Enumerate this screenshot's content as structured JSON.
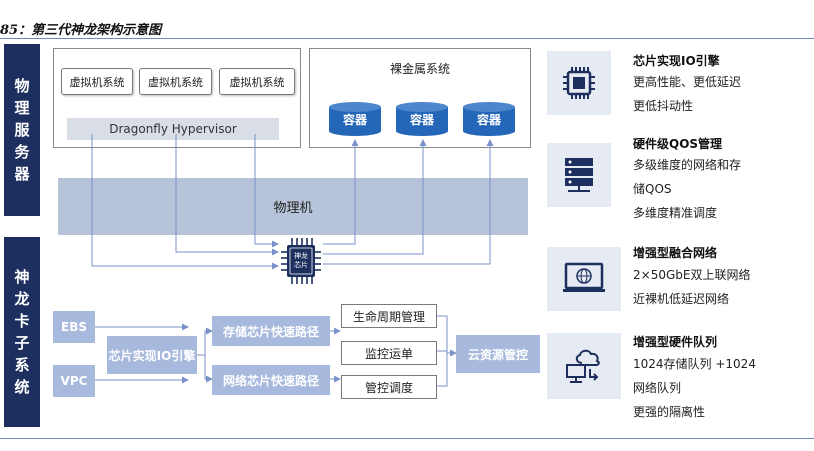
{
  "title": "85：第三代神龙架构示意图",
  "side_labels": {
    "physical_server": "物理服务器",
    "shenlong_card": "神龙卡子系统"
  },
  "virtualization": {
    "vms": [
      "虚拟机系统",
      "虚拟机系统",
      "虚拟机系统"
    ],
    "hypervisor": "Dragonfly Hypervisor"
  },
  "bare_metal": {
    "title": "裸金属系统",
    "containers": [
      "容器",
      "容器",
      "容器"
    ]
  },
  "physical_machine": "物理机",
  "chip_label": "神龙\n芯片",
  "card": {
    "ebs": "EBS",
    "vpc": "VPC",
    "io_engine": "芯片实现IO引擎",
    "storage_path": "存储芯片快速路径",
    "network_path": "网络芯片快速路径",
    "lifecycle": "生命周期管理",
    "monitor": "监控运单",
    "control": "管控调度",
    "cloud_control": "云资源管控"
  },
  "features": [
    {
      "icon": "cpu-chip-icon",
      "title": "芯片实现IO引擎",
      "lines": [
        "更高性能、更低延迟",
        "更低抖动性"
      ]
    },
    {
      "icon": "server-rack-icon",
      "title": "硬件级QOS管理",
      "lines": [
        "多级维度的网络和存",
        "储QOS",
        "多维度精准调度"
      ]
    },
    {
      "icon": "network-monitor-icon",
      "title": "增强型融合网络",
      "lines": [
        "2×50GbE双上联网络",
        "近裸机低延迟网络"
      ]
    },
    {
      "icon": "cloud-computer-icon",
      "title": "增强型硬件队列",
      "lines": [
        "1024存储队列 +1024",
        "网络队列",
        "更强的隔离性"
      ]
    }
  ],
  "colors": {
    "dark_navy": "#1c2f5e",
    "light_blue_box": "#a7b9dd",
    "container_blue": "#2466b8",
    "physical_machine_band": "#b6c3d9",
    "arrow": "#7a92c8"
  }
}
